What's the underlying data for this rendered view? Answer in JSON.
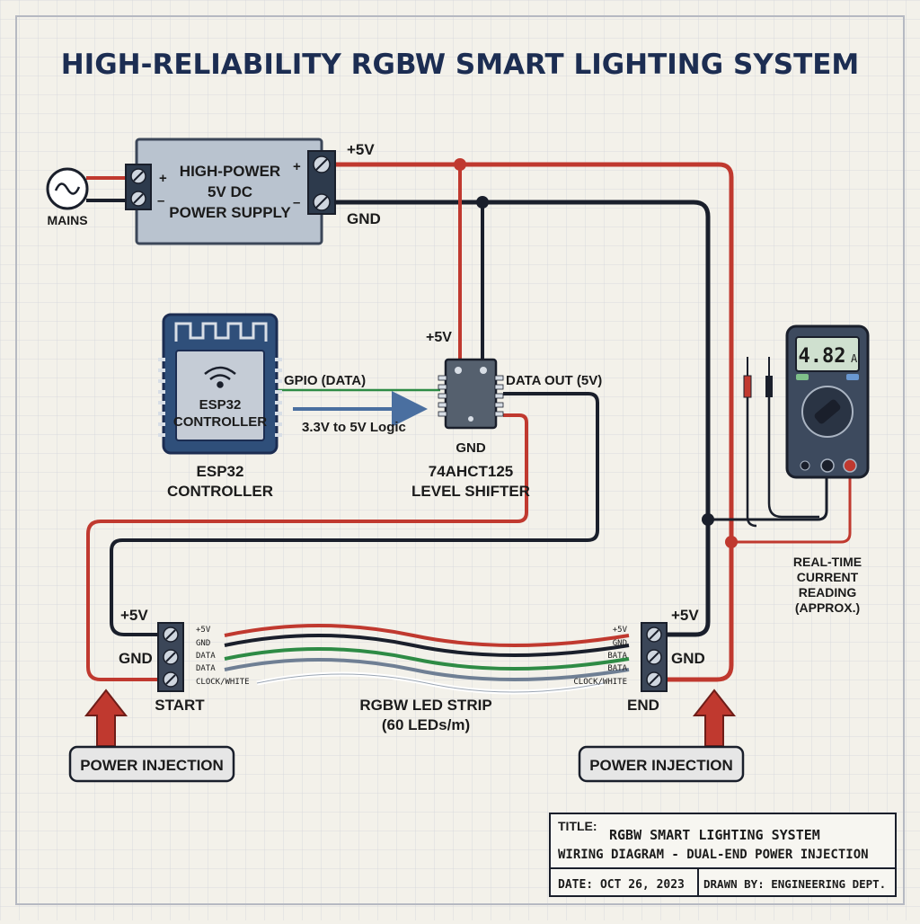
{
  "title": "HIGH-RELIABILITY RGBW SMART LIGHTING SYSTEM",
  "mains": {
    "label": "MAINS"
  },
  "power_supply": {
    "lines": [
      "HIGH-POWER",
      "5V DC",
      "POWER SUPPLY"
    ],
    "in_plus": "+",
    "in_minus": "–",
    "out_plus": "+",
    "out_minus": "–",
    "label_plus": "+5V",
    "label_gnd": "GND"
  },
  "esp32": {
    "chip_lines": [
      "ESP32",
      "CONTROLLER"
    ],
    "caption_lines": [
      "ESP32",
      "CONTROLLER"
    ],
    "gpio_label": "GPIO (DATA)",
    "logic_label": "3.3V to 5V Logic"
  },
  "shifter": {
    "vcc_label": "+5V",
    "gnd_label": "GND",
    "data_out_label": "DATA OUT (5V)",
    "caption_lines": [
      "74AHCT125",
      "LEVEL SHIFTER"
    ]
  },
  "multimeter": {
    "reading": "4.82",
    "unit": "A",
    "caption_lines": [
      "REAL-TIME",
      "CURRENT",
      "READING",
      "(APPROX.)"
    ]
  },
  "strip": {
    "caption_lines": [
      "RGBW LED STRIP",
      "(60 LEDs/m)"
    ],
    "start_pins": [
      "+5V",
      "GND",
      "DATA",
      "DATA",
      "CLOCK/WHITE"
    ],
    "end_pins": [
      "+5V",
      "GND",
      "BATA",
      "BATA",
      "CLOCK/WHITE"
    ],
    "start_label": "START",
    "end_label": "END",
    "start_plus": "+5V",
    "start_gnd": "GND",
    "end_plus": "+5V",
    "end_gnd": "GND"
  },
  "injection": {
    "left": "POWER INJECTION",
    "right": "POWER INJECTION"
  },
  "title_block": {
    "title_key": "TITLE:",
    "title_line1": "RGBW SMART LIGHTING SYSTEM",
    "title_line2": "WIRING DIAGRAM - DUAL-END POWER INJECTION",
    "date": "DATE:  OCT 26, 2023",
    "drawn_by": "DRAWN BY: ENGINEERING DEPT."
  },
  "colors": {
    "red_wire": "#c0392f",
    "black_wire": "#1a1f2b",
    "green_wire": "#2e8b45",
    "blue_ink": "#1c2d52",
    "grid": "#c9ccd4",
    "paper": "#f3f1ea",
    "psu": "#b9c3cf",
    "esp": "#2f4f7a"
  }
}
